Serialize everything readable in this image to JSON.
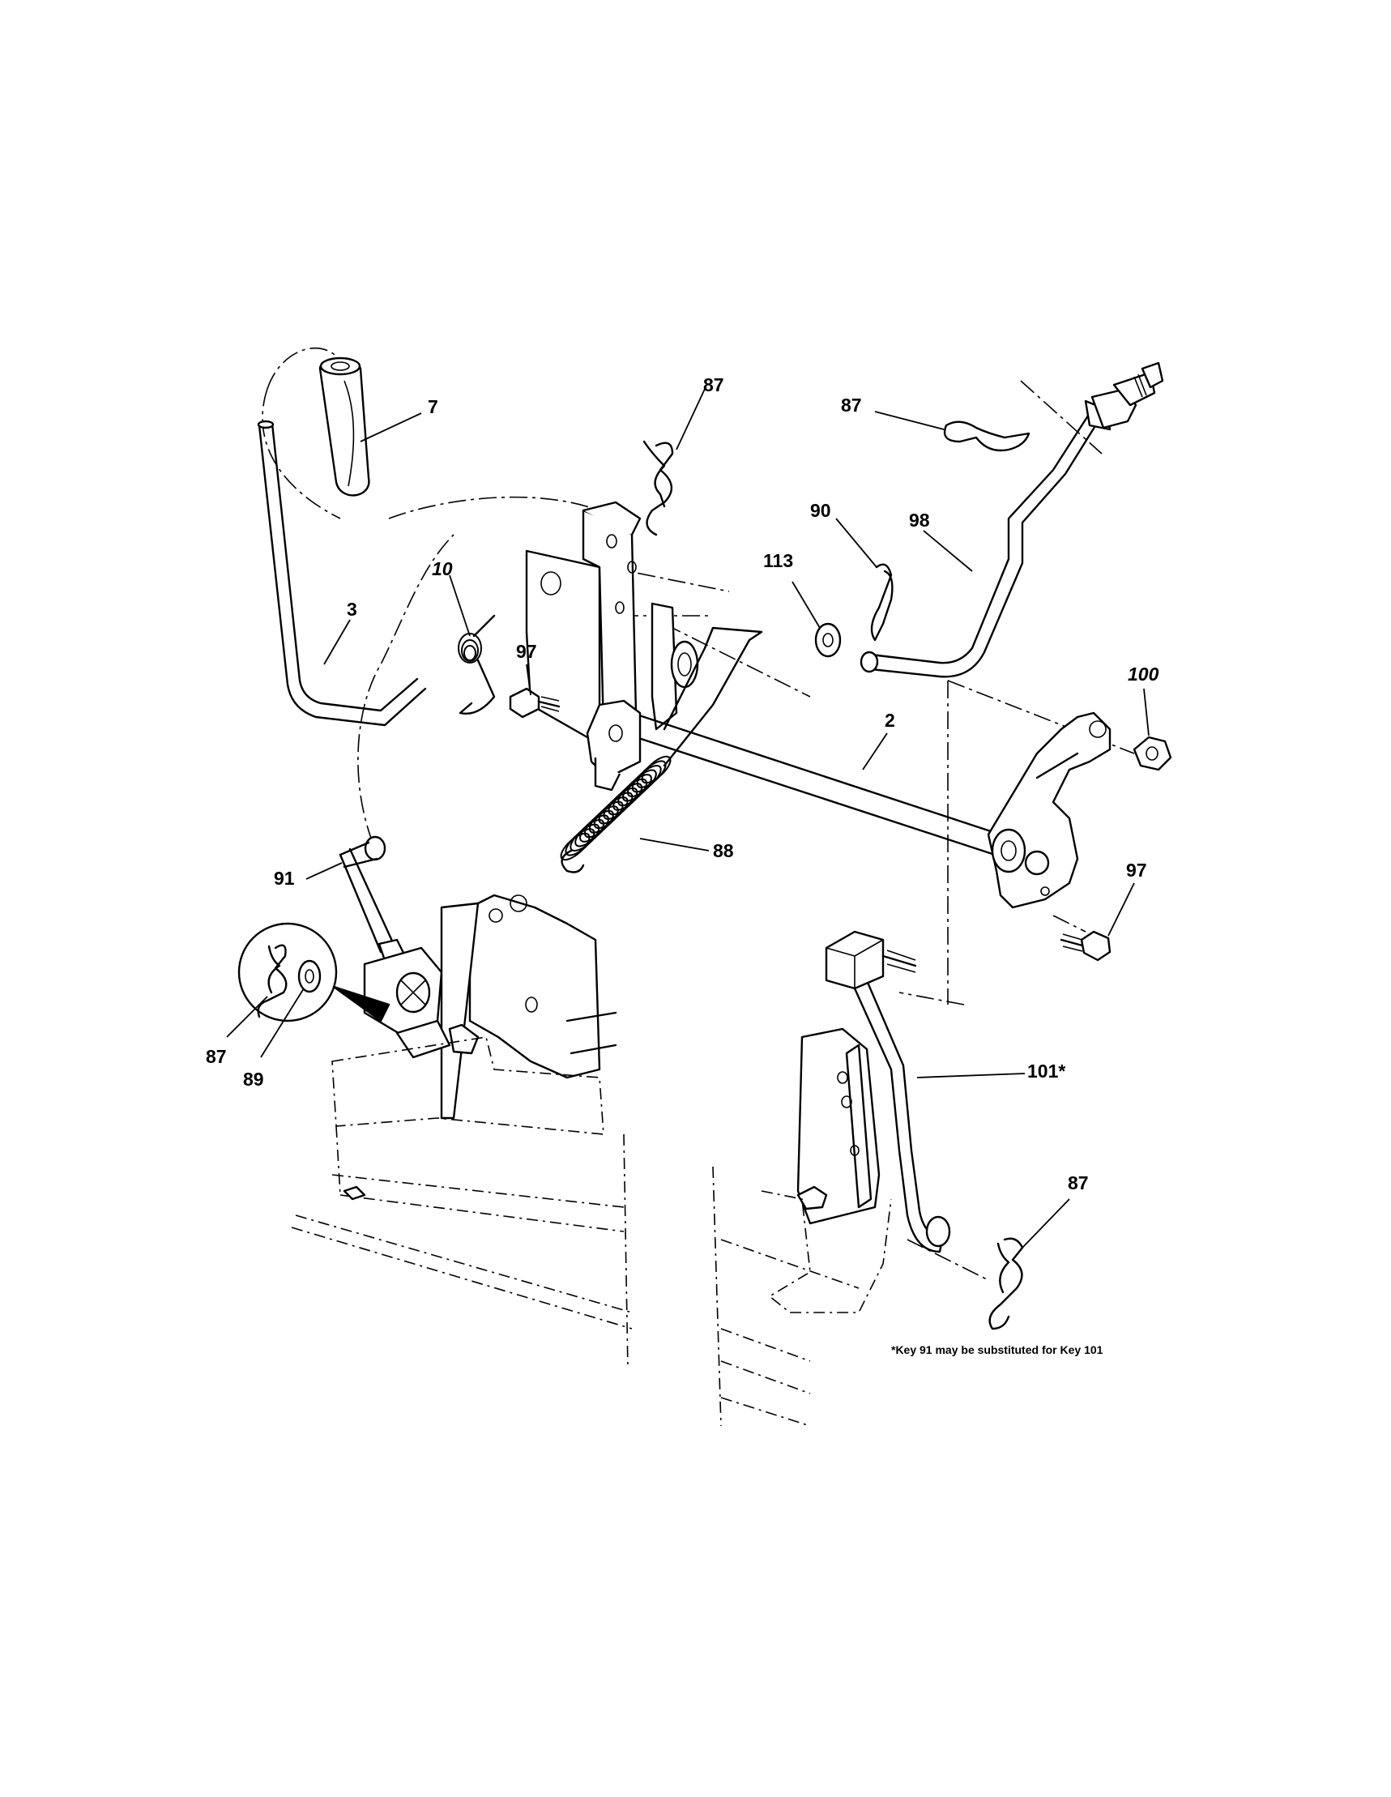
{
  "callouts": {
    "k7": "7",
    "k87a": "87",
    "k87b": "87",
    "k3": "3",
    "k10": "10",
    "k97a": "97",
    "k90": "90",
    "k98": "98",
    "k113": "113",
    "k100": "100",
    "k2": "2",
    "k88": "88",
    "k91": "91",
    "k97b": "97",
    "k87c": "87",
    "k89": "89",
    "k101": "101*",
    "k87d": "87"
  },
  "note": "*Key 91 may be substituted for Key 101"
}
